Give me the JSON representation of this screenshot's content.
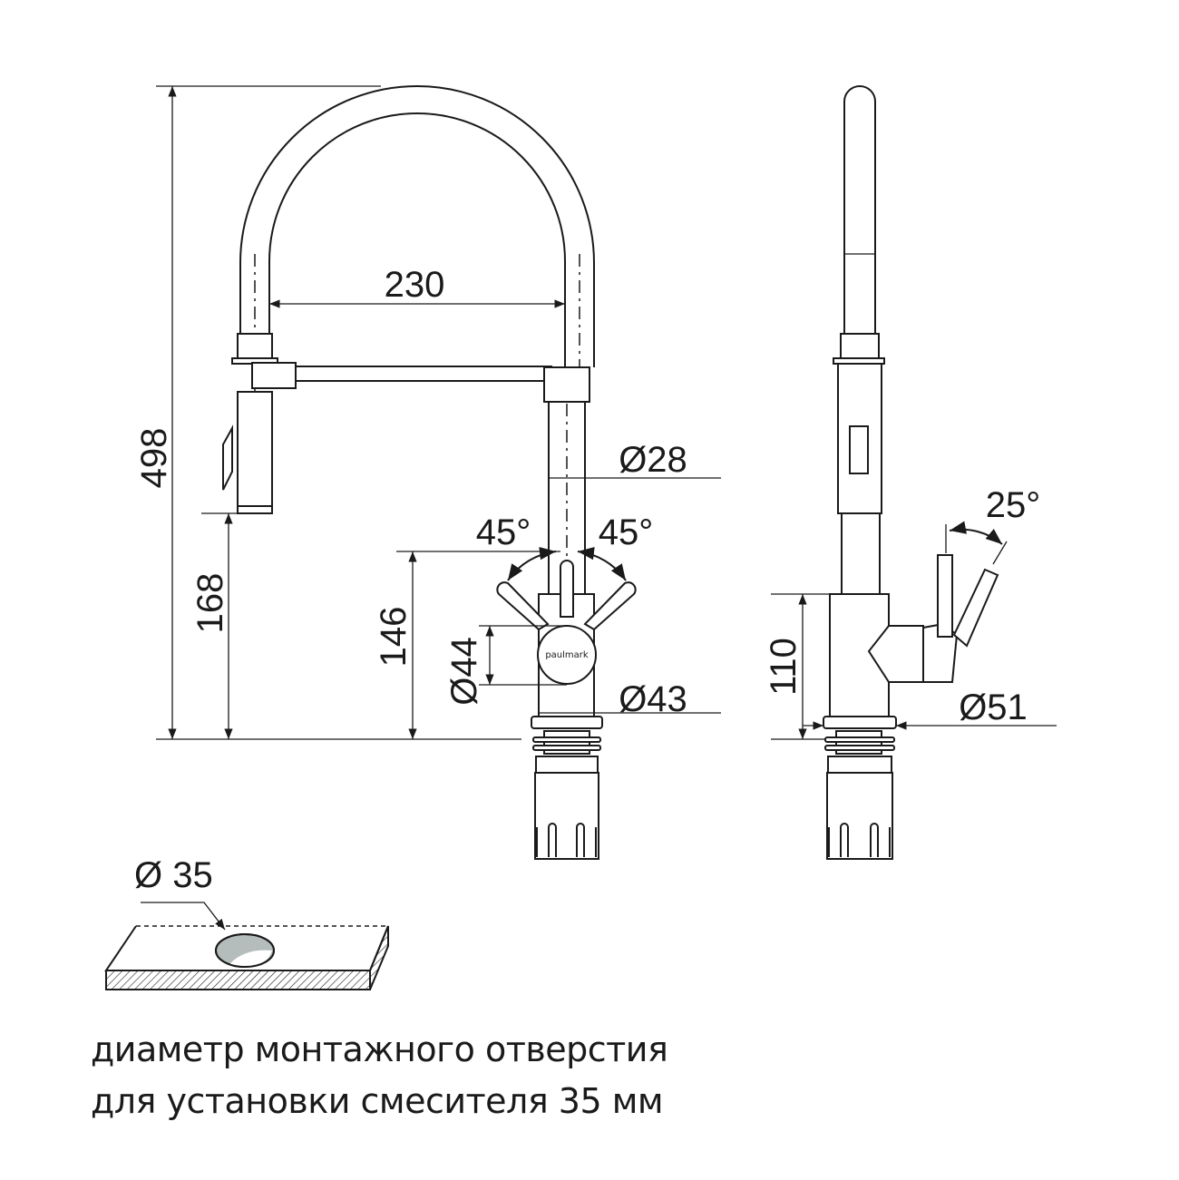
{
  "dimensions": {
    "total_height": "498",
    "spray_height": "168",
    "handle_height": "146",
    "reach": "230",
    "spout_diameter": "Ø28",
    "handle_diameter": "Ø44",
    "base_diameter": "Ø43",
    "side_height": "110",
    "side_base_diameter": "Ø51",
    "angle_left": "45°",
    "angle_right": "45°",
    "angle_side": "25°",
    "hole_diameter": "Ø 35"
  },
  "logo": "paulmark",
  "caption": {
    "line1": "диаметр монтажного отверстия",
    "line2": "для установки смесителя 35 мм"
  },
  "colors": {
    "line": "#1a1a1a",
    "hole": "#b4bcbc"
  }
}
